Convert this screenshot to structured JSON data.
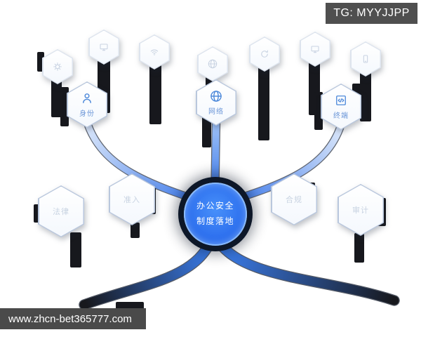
{
  "badge": {
    "label": "TG: MYYJJPP"
  },
  "watermark": {
    "label": "www.zhcn-bet365777.com"
  },
  "center_node": {
    "line1": "办公安全",
    "line2": "制度落地"
  },
  "main_nodes": [
    {
      "id": "identity",
      "label": "身份",
      "icon": "user-icon"
    },
    {
      "id": "network",
      "label": "网络",
      "icon": "globe-icon"
    },
    {
      "id": "terminal",
      "label": "终端",
      "icon": "code-icon"
    }
  ],
  "satellite_nodes": [
    {
      "icon": "gear-icon"
    },
    {
      "icon": "monitor-icon"
    },
    {
      "icon": "wifi-icon"
    },
    {
      "icon": "globe-icon"
    },
    {
      "icon": "sync-icon"
    },
    {
      "icon": "monitor-icon"
    },
    {
      "icon": "smartphone-icon"
    }
  ],
  "secondary_nodes": [
    {
      "label": "法律"
    },
    {
      "label": "准入"
    },
    {
      "label": "合规"
    },
    {
      "label": "审计"
    }
  ],
  "colors": {
    "accent": "#2f74ec",
    "center-ring": "#0d1728",
    "hex-border": "#b9c7dd",
    "node-icon": "#4d89da",
    "node-label": "#6b96d8",
    "faint": "#c9d3e2",
    "stem": "#17181d",
    "badge-bg": "#4f4f4f",
    "watermark-bg": "#4a4a4a"
  }
}
